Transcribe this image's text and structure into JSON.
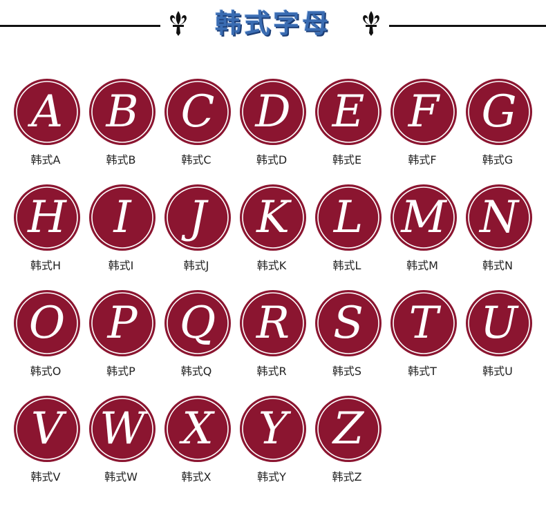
{
  "header": {
    "title": "韩式字母",
    "ornament_icon": "fleur-de-lis-icon"
  },
  "colors": {
    "seal": "#8b1530",
    "seal_ring": "#ffffff",
    "title": "#3a6cb2",
    "rule": "#111111"
  },
  "tiles": [
    {
      "letter": "A",
      "label": "韩式A"
    },
    {
      "letter": "B",
      "label": "韩式B"
    },
    {
      "letter": "C",
      "label": "韩式C"
    },
    {
      "letter": "D",
      "label": "韩式D"
    },
    {
      "letter": "E",
      "label": "韩式E"
    },
    {
      "letter": "F",
      "label": "韩式F"
    },
    {
      "letter": "G",
      "label": "韩式G"
    },
    {
      "letter": "H",
      "label": "韩式H"
    },
    {
      "letter": "I",
      "label": "韩式I"
    },
    {
      "letter": "J",
      "label": "韩式J"
    },
    {
      "letter": "K",
      "label": "韩式K"
    },
    {
      "letter": "L",
      "label": "韩式L"
    },
    {
      "letter": "M",
      "label": "韩式M"
    },
    {
      "letter": "N",
      "label": "韩式N"
    },
    {
      "letter": "O",
      "label": "韩式O"
    },
    {
      "letter": "P",
      "label": "韩式P"
    },
    {
      "letter": "Q",
      "label": "韩式Q"
    },
    {
      "letter": "R",
      "label": "韩式R"
    },
    {
      "letter": "S",
      "label": "韩式S"
    },
    {
      "letter": "T",
      "label": "韩式T"
    },
    {
      "letter": "U",
      "label": "韩式U"
    },
    {
      "letter": "V",
      "label": "韩式V"
    },
    {
      "letter": "W",
      "label": "韩式W"
    },
    {
      "letter": "X",
      "label": "韩式X"
    },
    {
      "letter": "Y",
      "label": "韩式Y"
    },
    {
      "letter": "Z",
      "label": "韩式Z"
    }
  ]
}
